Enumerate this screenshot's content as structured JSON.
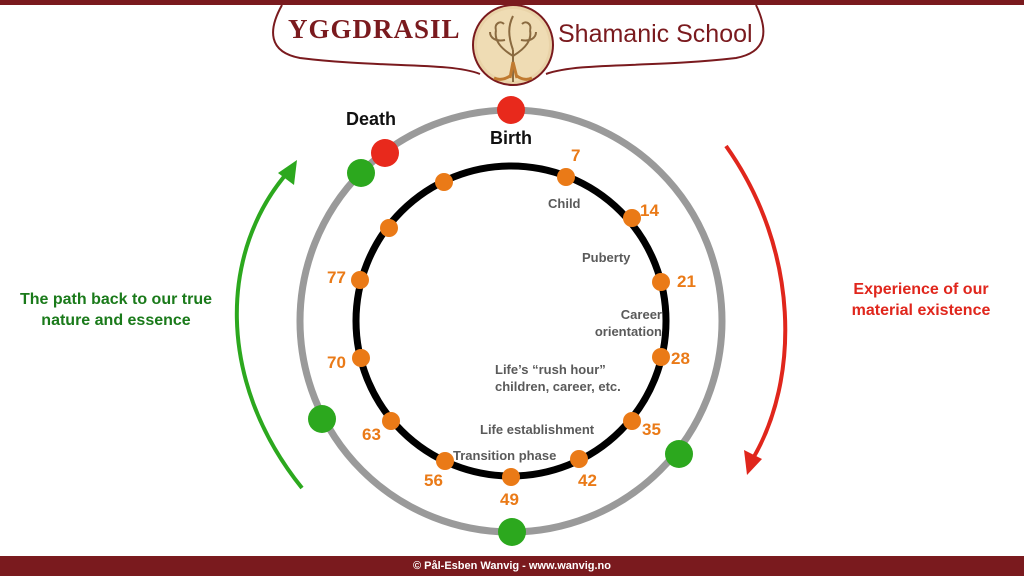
{
  "header": {
    "logo_left": "YGGDRASIL",
    "logo_right": "Shamanic School",
    "logo_icon": "tree-of-life-icon"
  },
  "colors": {
    "brand": "#7a1a1e",
    "outer_ring": "#9a9a9a",
    "inner_ring": "#000000",
    "age_marker": "#ea7a17",
    "red_marker": "#e8291c",
    "green_marker": "#2ca81e",
    "left_arrow": "#2ca81e",
    "right_arrow": "#e0261c",
    "stage_text": "#5a5a5a"
  },
  "outer_labels": {
    "death": "Death",
    "birth": "Birth"
  },
  "side_labels": {
    "left": "The path back to our true nature and essence",
    "right": "Experience of our material existence"
  },
  "ages": [
    "7",
    "14",
    "21",
    "28",
    "35",
    "42",
    "49",
    "56",
    "63",
    "70",
    "77"
  ],
  "stages": {
    "child": "Child",
    "puberty": "Puberty",
    "career_1": "Career",
    "career_2": "orientation",
    "rush_1": "Life’s “rush hour”",
    "rush_2": "children, career, etc.",
    "establishment": "Life establishment",
    "transition": "Transition phase"
  },
  "footer": {
    "credit": "© Pål-Esben Wanvig - www.wanvig.no"
  }
}
